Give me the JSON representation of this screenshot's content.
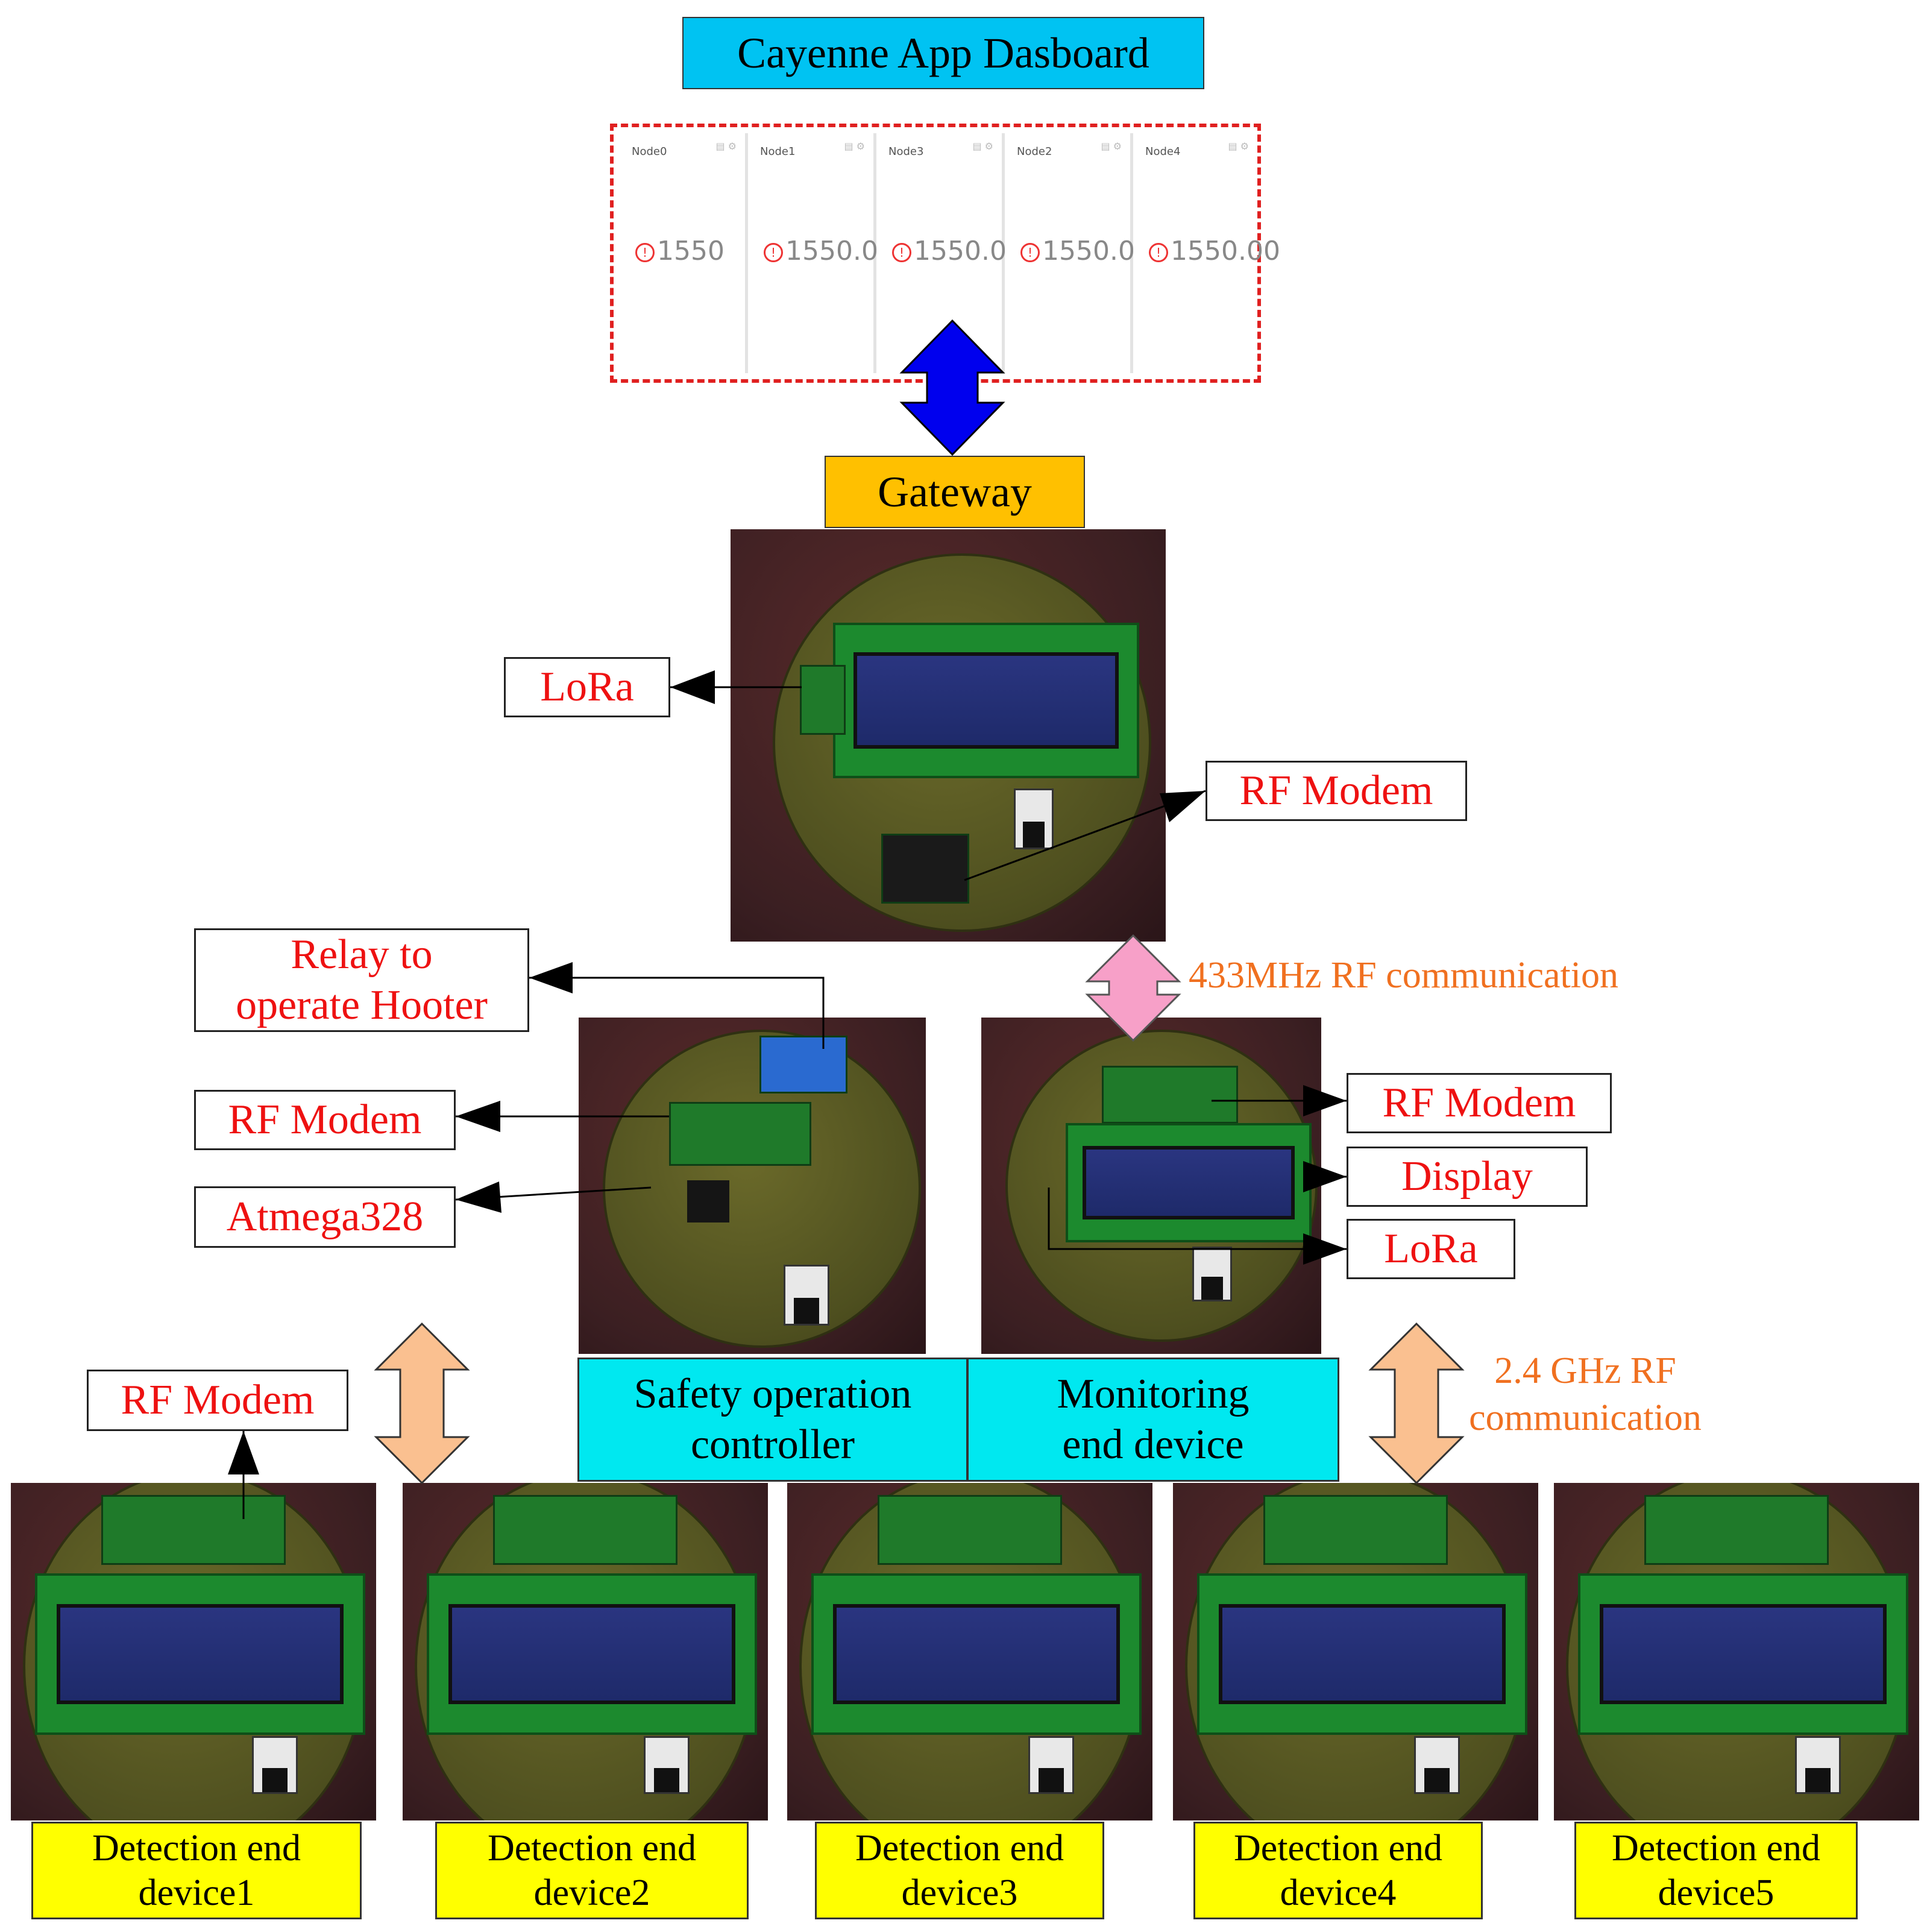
{
  "title": "Cayenne App Dasboard",
  "dashboard": {
    "panels": [
      {
        "name": "Node0",
        "value": "1550",
        "icon": "alert-icon"
      },
      {
        "name": "Node1",
        "value": "1550.00",
        "icon": "alert-icon"
      },
      {
        "name": "Node3",
        "value": "1550.00",
        "icon": "alert-icon"
      },
      {
        "name": "Node2",
        "value": "1550.00",
        "icon": "alert-icon"
      },
      {
        "name": "Node4",
        "value": "1550.00",
        "icon": "alert-icon"
      }
    ]
  },
  "gateway": {
    "title": "Gateway",
    "labels": {
      "lora": "LoRa",
      "rf_modem": "RF Modem"
    }
  },
  "link_433": "433MHz RF communication",
  "link_24": {
    "line1": "2.4 GHz RF",
    "line2": "communication"
  },
  "safety_controller": {
    "title_line1": "Safety operation",
    "title_line2": "controller",
    "labels": {
      "relay_line1": "Relay to",
      "relay_line2": "operate Hooter",
      "rf_modem": "RF Modem",
      "mcu": "Atmega328"
    }
  },
  "monitoring_device": {
    "title_line1": "Monitoring",
    "title_line2": "end device",
    "labels": {
      "rf_modem": "RF Modem",
      "display": "Display",
      "lora": "LoRa"
    }
  },
  "detection_rf_label": "RF Modem",
  "detection_devices": [
    {
      "line1": "Detection end",
      "line2": "device1"
    },
    {
      "line1": "Detection end",
      "line2": "device2"
    },
    {
      "line1": "Detection end",
      "line2": "device3"
    },
    {
      "line1": "Detection end",
      "line2": "device4"
    },
    {
      "line1": "Detection end",
      "line2": "device5"
    }
  ],
  "colors": {
    "title_box": "#00c3f2",
    "gateway_box": "#ffc000",
    "label_text": "#ee1111",
    "link_text": "#f07020",
    "cyan_box": "#00e8f0",
    "yellow_box": "#ffff00",
    "dashed_border": "#e02020",
    "arrow_blue": "#0000ee",
    "arrow_pink": "#f7a0c8",
    "arrow_peach": "#fac090"
  }
}
